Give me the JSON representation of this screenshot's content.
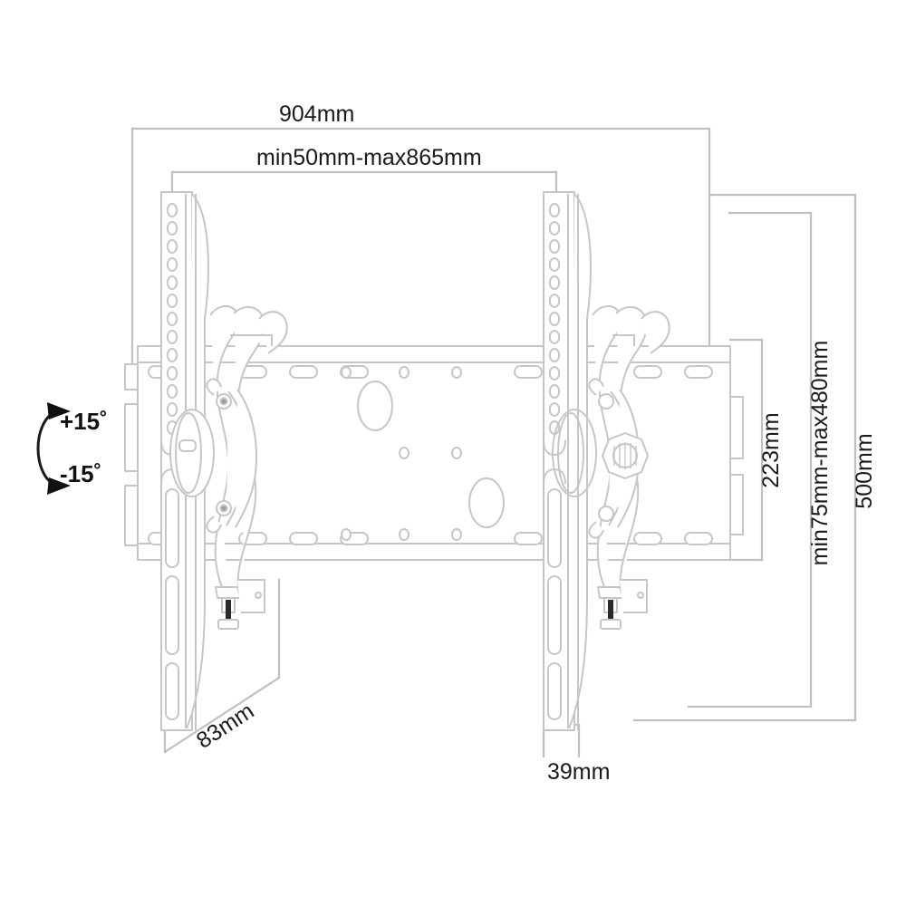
{
  "drawing": {
    "title": "TV Wall Mount Tilting Bracket - Dimensioned Side/Front Technical Drawing",
    "background_color": "#ffffff",
    "line_color": "#c9c9c9",
    "dimension_line_color": "#bdbdbd",
    "text_color": "#1a1a1a"
  },
  "dimensions": {
    "overall_width": "904mm",
    "mount_width_range": "min50mm-max865mm",
    "plate_height": "223mm",
    "mount_height_range": "min75mm-max480mm",
    "overall_height": "500mm",
    "depth_left": "83mm",
    "depth_right": "39mm"
  },
  "tilt": {
    "up_angle": "+15",
    "down_angle": "-15",
    "degree_symbol": "˚",
    "up_label": "+15˚",
    "down_label": "-15˚"
  },
  "icons": {
    "tilt_arc": "tilt-rotation-arc-icon",
    "arrow_up": "arrow-head-up-icon",
    "arrow_down": "arrow-head-down-icon"
  }
}
